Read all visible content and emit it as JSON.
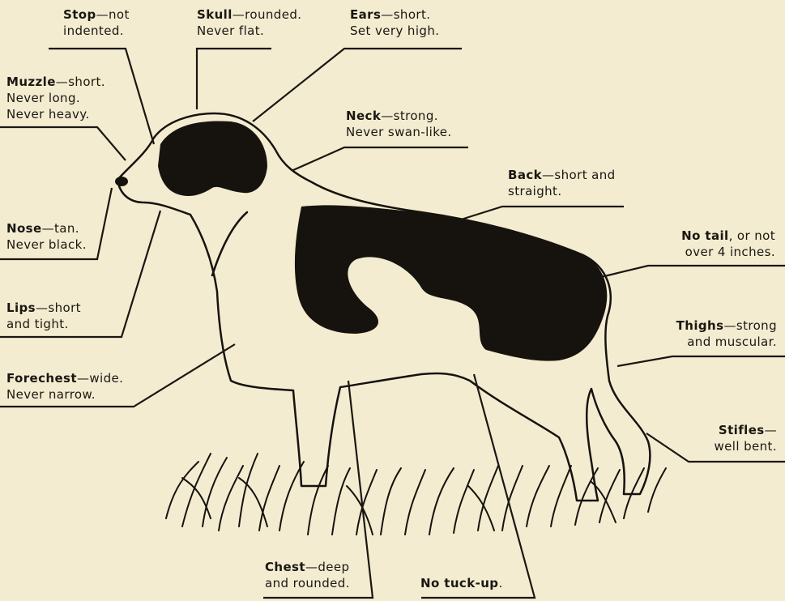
{
  "annotations": {
    "stop": {
      "term": "Stop",
      "desc_1": "—not",
      "desc_2": "indented."
    },
    "skull": {
      "term": "Skull",
      "desc_1": "—rounded.",
      "desc_2": "Never flat."
    },
    "ears": {
      "term": "Ears",
      "desc_1": "—short.",
      "desc_2": "Set very high."
    },
    "muzzle": {
      "term": "Muzzle",
      "desc_1": "—short.",
      "desc_2": "Never long.",
      "desc_3": "Never heavy."
    },
    "neck": {
      "term": "Neck",
      "desc_1": "—strong.",
      "desc_2": "Never swan-like."
    },
    "back": {
      "term": "Back",
      "desc_1": "—short and",
      "desc_2": "straight."
    },
    "nose": {
      "term": "Nose",
      "desc_1": "—tan.",
      "desc_2": "Never black."
    },
    "tail": {
      "term": "No tail",
      "desc_1": ", or not",
      "desc_2": "over 4 inches."
    },
    "lips": {
      "term": "Lips",
      "desc_1": "—short",
      "desc_2": "and tight."
    },
    "thighs": {
      "term": "Thighs",
      "desc_1": "—strong",
      "desc_2": "and muscular."
    },
    "forechest": {
      "term": "Forechest",
      "desc_1": "—wide.",
      "desc_2": "Never narrow."
    },
    "stifles": {
      "term": "Stifles",
      "desc_1": "—",
      "desc_2": "well bent."
    },
    "chest": {
      "term": "Chest",
      "desc_1": "—deep",
      "desc_2": "and rounded."
    },
    "tuckup": {
      "term": "No tuck-up",
      "desc_1": "."
    }
  },
  "colors": {
    "paper": "#f4ecd0",
    "ink": "#16130f"
  }
}
